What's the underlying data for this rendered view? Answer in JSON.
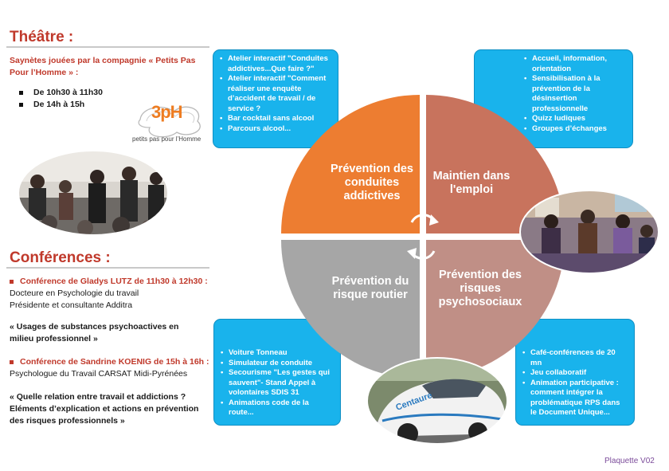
{
  "theatre": {
    "title": "Théâtre :",
    "intro": "Saynètes jouées par la compagnie « Petits Pas Pour l’Homme » :",
    "times": [
      "De 10h30 à 11h30",
      "De 14h à 15h"
    ],
    "logo_mark": "3pH",
    "logo_text": "petits pas pour l’Homme"
  },
  "conferences": {
    "title": "Conférences :",
    "conf1_title": "Conférence de Gladys LUTZ de 11h30 à 12h30 :",
    "conf1_line1": "Docteure en Psychologie du travail",
    "conf1_line2": "Présidente et consultante Additra",
    "conf1_topic": "« Usages de substances psychoactives en milieu professionnel »",
    "conf2_title": "Conférence de Sandrine KOENIG de 15h à 16h :",
    "conf2_line1": "Psychologue du Travail CARSAT Midi-Pyrénées",
    "conf2_topic": "« Quelle relation entre travail et addictions ? Eléments d’explication et actions en prévention des risques professionnels »"
  },
  "boxes": {
    "top_left": [
      "Atelier interactif \"Conduites addictives...Que faire ?\"",
      "Atelier interactif \"Comment réaliser une enquête d’accident de travail / de service ?",
      "Bar cocktail sans alcool",
      "Parcours alcool..."
    ],
    "top_right": [
      "Accueil, information, orientation",
      "Sensibilisation à la prévention de la désinsertion professionnelle",
      "Quizz ludiques",
      "Groupes d’échanges"
    ],
    "bottom_left": [
      "Voiture Tonneau",
      "Simulateur de conduite",
      "Secourisme \"Les gestes qui sauvent\"- Stand Appel à volontaires SDIS 31",
      "Animations code de la route..."
    ],
    "bottom_right": [
      "Café-conférences de 20 mn",
      "Jeu collaboratif",
      "Animation participative : comment intégrer la problématique RPS dans le Document Unique..."
    ]
  },
  "quadrants": {
    "tl": "Prévention des conduites addictives",
    "tr": "Maintien dans l'emploi",
    "bl": "Prévention du risque routier",
    "br": "Prévention des risques psychosociaux"
  },
  "photos": {
    "car_logo": "Centaure"
  },
  "colors": {
    "title_red": "#c0392b",
    "orange": "#ed7d31",
    "terracotta": "#c8735d",
    "grey": "#a6a6a6",
    "mauve": "#c08f86",
    "box_blue": "#19b3ec"
  },
  "footer": "Plaquette V02"
}
